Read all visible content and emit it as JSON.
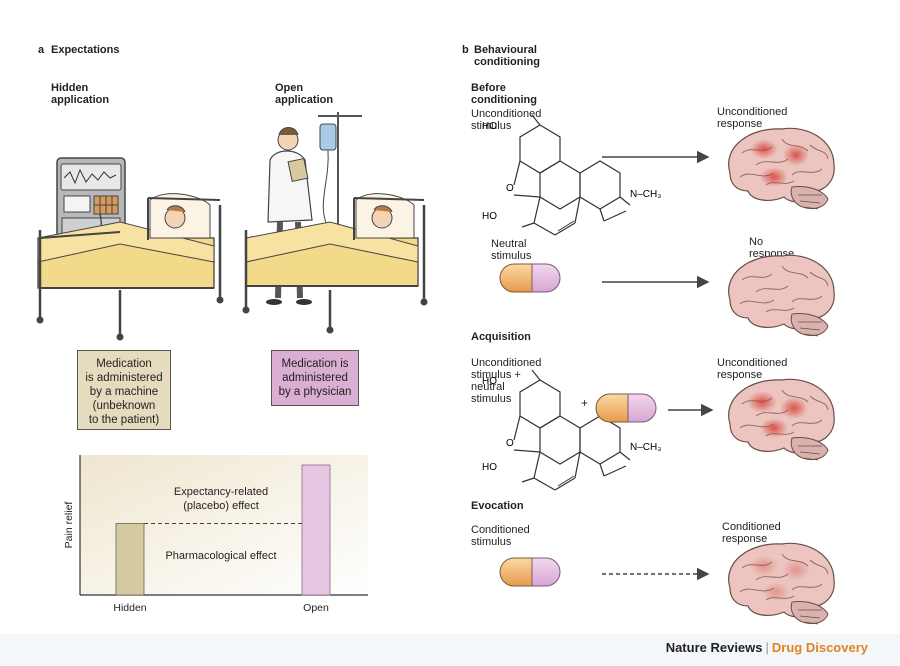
{
  "panel_a": {
    "letter": "a",
    "title": "Expectations",
    "hidden_heading": "Hidden application",
    "open_heading": "Open application",
    "hidden_box": [
      "Medication",
      "is administered",
      "by a machine",
      "(unbeknown",
      "to the patient)"
    ],
    "open_box": [
      "Medication is",
      "administered",
      "by a physician"
    ]
  },
  "panel_b": {
    "letter": "b",
    "title": "Behavioural conditioning",
    "before": {
      "heading": "Before conditioning",
      "stimulus1": "Unconditioned stimulus",
      "response1": "Unconditioned response",
      "stimulus2": "Neutral stimulus",
      "response2": "No response"
    },
    "acquisition": {
      "heading": "Acquisition",
      "stimulus": "Unconditioned stimulus + neutral stimulus",
      "plus": "+",
      "response": "Unconditioned response"
    },
    "evocation": {
      "heading": "Evocation",
      "stimulus": "Conditioned stimulus",
      "response": "Conditioned response"
    },
    "molecule_labels": {
      "ho": "HO",
      "o": "O",
      "n_ch3": "N–CH₃"
    }
  },
  "chart_data": {
    "type": "bar",
    "categories": [
      "Hidden",
      "Open"
    ],
    "ylabel": "Pain relief",
    "xlabel": "",
    "ylim": [
      0,
      100
    ],
    "values": [
      55,
      100
    ],
    "series": [
      {
        "name": "Pharmacological effect",
        "values": [
          55,
          55
        ]
      },
      {
        "name": "Expectancy-related (placebo) effect",
        "values": [
          0,
          45
        ]
      }
    ],
    "annotations": {
      "placebo": [
        "Expectancy-related",
        "(placebo) effect"
      ],
      "pharmacological": "Pharmacological effect"
    },
    "colors": {
      "hidden_bar": "#d4caa2",
      "open_bar": "#e6c6e2",
      "background": "#efe6cf"
    }
  },
  "footer": {
    "journal": "Nature Reviews",
    "separator": "|",
    "section": "Drug Discovery"
  },
  "colors": {
    "accent": "#e2831f",
    "capsule_pink": "#e3b7df",
    "capsule_orange": "#f0b06a",
    "brain": "#e8b8b4"
  }
}
